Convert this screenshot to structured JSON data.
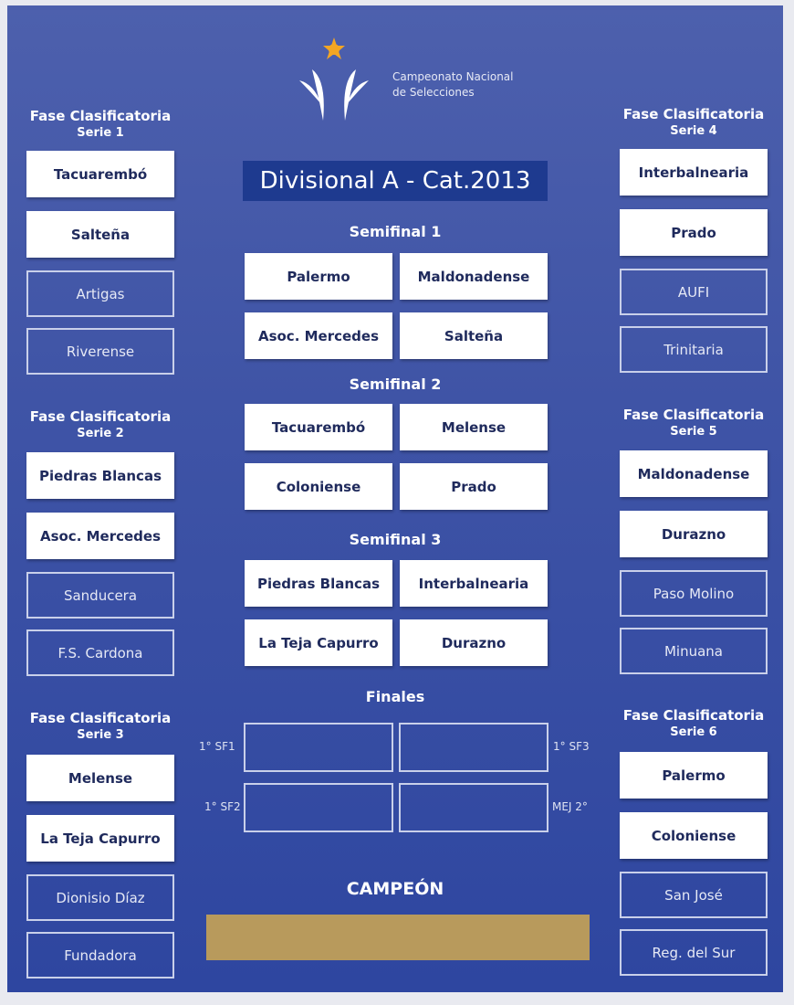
{
  "logo": {
    "line1": "Campeonato Nacional",
    "line2": "de Selecciones"
  },
  "title": "Divisional A - Cat.2013",
  "left_groups": [
    {
      "title": "Fase Clasificatoria",
      "serie": "Serie 1",
      "teams": [
        {
          "name": "Tacuarembó",
          "qualified": true
        },
        {
          "name": "Salteña",
          "qualified": true
        },
        {
          "name": "Artigas",
          "qualified": false
        },
        {
          "name": "Riverense",
          "qualified": false
        }
      ]
    },
    {
      "title": "Fase Clasificatoria",
      "serie": "Serie 2",
      "teams": [
        {
          "name": "Piedras Blancas",
          "qualified": true
        },
        {
          "name": "Asoc. Mercedes",
          "qualified": true
        },
        {
          "name": "Sanducera",
          "qualified": false
        },
        {
          "name": "F.S. Cardona",
          "qualified": false
        }
      ]
    },
    {
      "title": "Fase Clasificatoria",
      "serie": "Serie 3",
      "teams": [
        {
          "name": "Melense",
          "qualified": true
        },
        {
          "name": "La Teja Capurro",
          "qualified": true
        },
        {
          "name": "Dionisio Díaz",
          "qualified": false
        },
        {
          "name": "Fundadora",
          "qualified": false
        }
      ]
    }
  ],
  "right_groups": [
    {
      "title": "Fase Clasificatoria",
      "serie": "Serie 4",
      "teams": [
        {
          "name": "Interbalnearia",
          "qualified": true
        },
        {
          "name": "Prado",
          "qualified": true
        },
        {
          "name": "AUFI",
          "qualified": false
        },
        {
          "name": "Trinitaria",
          "qualified": false
        }
      ]
    },
    {
      "title": "Fase Clasificatoria",
      "serie": "Serie 5",
      "teams": [
        {
          "name": "Maldonadense",
          "qualified": true
        },
        {
          "name": "Durazno",
          "qualified": true
        },
        {
          "name": "Paso Molino",
          "qualified": false
        },
        {
          "name": "Minuana",
          "qualified": false
        }
      ]
    },
    {
      "title": "Fase Clasificatoria",
      "serie": "Serie 6",
      "teams": [
        {
          "name": "Palermo",
          "qualified": true
        },
        {
          "name": "Coloniense",
          "qualified": true
        },
        {
          "name": "San José",
          "qualified": false
        },
        {
          "name": "Reg. del Sur",
          "qualified": false
        }
      ]
    }
  ],
  "semifinals": [
    {
      "label": "Semifinal 1",
      "teams": [
        "Palermo",
        "Maldonadense",
        "Asoc. Mercedes",
        "Salteña"
      ]
    },
    {
      "label": "Semifinal 2",
      "teams": [
        "Tacuarembó",
        "Melense",
        "Coloniense",
        "Prado"
      ]
    },
    {
      "label": "Semifinal 3",
      "teams": [
        "Piedras Blancas",
        "Interbalnearia",
        "La Teja Capurro",
        "Durazno"
      ]
    }
  ],
  "finales": {
    "label": "Finales",
    "slots": [
      "1° SF1",
      "1° SF3",
      "1° SF2",
      "MEJ 2°"
    ]
  },
  "champion": {
    "label": "CAMPEÓN",
    "color": "#b89a5c"
  }
}
